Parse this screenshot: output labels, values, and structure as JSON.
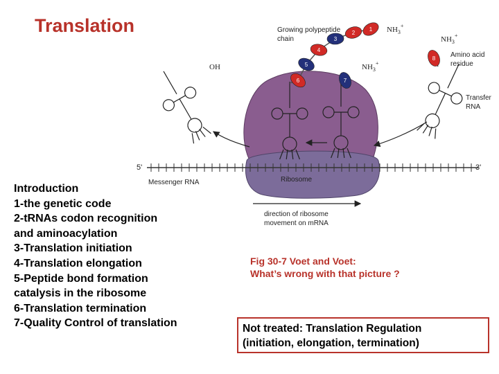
{
  "title": "Translation",
  "outline": [
    "Introduction",
    "1-the genetic code",
    "2-tRNAs codon recognition",
    "and aminoacylation",
    "3-Translation initiation",
    "4-Translation elongation",
    "5-Peptide bond formation",
    "catalysis in the ribosome",
    "6-Translation termination",
    "7-Quality Control of translation"
  ],
  "caption": {
    "line1": "Fig 30-7 Voet and Voet:",
    "line2": "What’s wrong with that picture ?"
  },
  "note": {
    "line1": "Not treated: Translation Regulation",
    "line2": "(initiation, elongation, termination)"
  },
  "figure": {
    "growing_chain_line1": "Growing polypeptide",
    "growing_chain_line2": "chain",
    "amino_acid_line1": "Amino acid",
    "amino_acid_line2": "residue",
    "transfer_line1": "Transfer",
    "transfer_line2": "RNA",
    "oh": "OH",
    "nh3_1": "NH",
    "nh3_2": "NH",
    "nh3_3": "NH",
    "nh3_sub": "3",
    "nh3_sup": "+",
    "five_prime": "5'",
    "three_prime": "3'",
    "messenger_rna": "Messenger RNA",
    "ribosome": "Ribosome",
    "direction_line1": "direction of ribosome",
    "direction_line2": "movement on mRNA",
    "residue_numbers": [
      "1",
      "2",
      "3",
      "4",
      "5",
      "6",
      "7",
      "8"
    ]
  },
  "colors": {
    "accent": "#b8322a",
    "ribosome_large": "#8a5d8f",
    "ribosome_small": "#7c6c9a",
    "residue_red": "#d12a26",
    "residue_blue": "#23307a"
  }
}
